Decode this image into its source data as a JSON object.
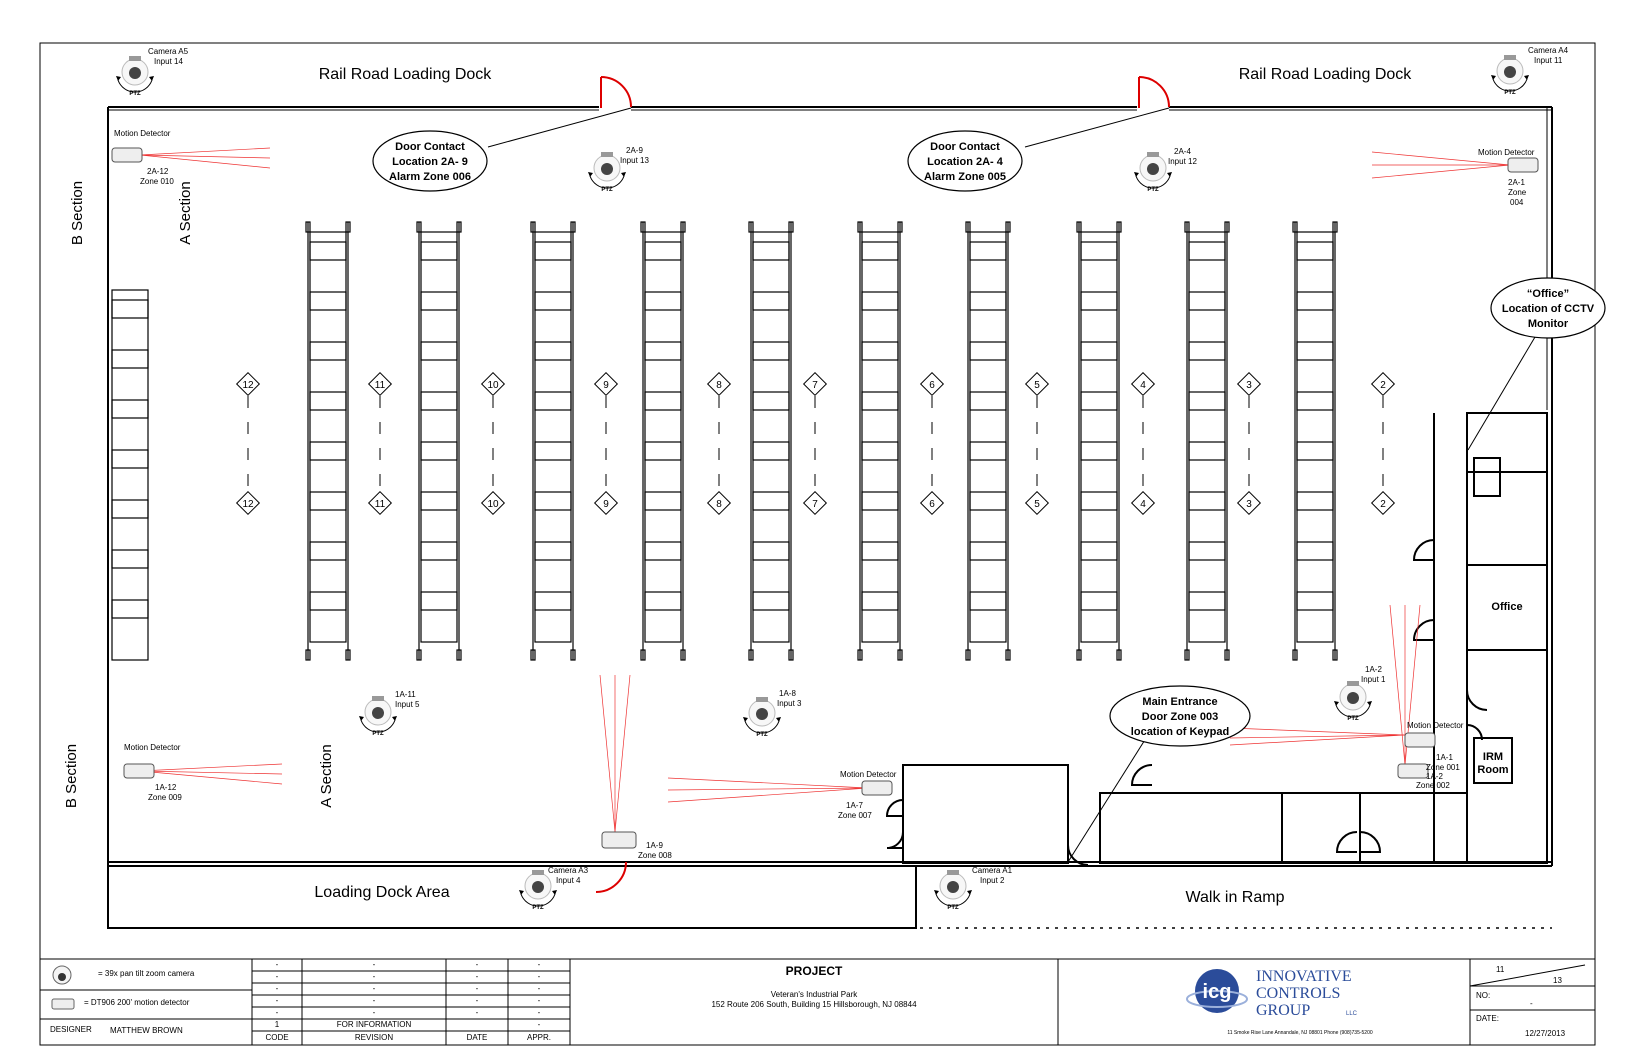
{
  "labels": {
    "rail_dock_left": "Rail Road Loading Dock",
    "rail_dock_right": "Rail Road Loading Dock",
    "b_section_top": "B Section",
    "a_section_top": "A Section",
    "b_section_bottom": "B Section",
    "a_section_bottom": "A Section",
    "loading_dock_area": "Loading Dock Area",
    "walk_in_ramp": "Walk in Ramp",
    "office": "Office",
    "irm_room_line1": "IRM",
    "irm_room_line2": "Room",
    "ptz": "PTZ"
  },
  "callouts": {
    "door_2a9": [
      "Door Contact",
      "Location 2A- 9",
      "Alarm Zone 006"
    ],
    "door_2a4": [
      "Door Contact",
      "Location 2A- 4",
      "Alarm Zone 005"
    ],
    "office_monitor": [
      "“Office”",
      "Location of CCTV",
      "Monitor"
    ],
    "main_entrance": [
      "Main Entrance",
      "Door Zone 003",
      "location of Keypad"
    ]
  },
  "cameras": {
    "a5": [
      "Camera A5",
      "Input 14"
    ],
    "a4": [
      "Camera A4",
      "Input 11"
    ],
    "2a9": [
      "2A-9",
      "Input 13"
    ],
    "2a4": [
      "2A-4",
      "Input 12"
    ],
    "1a11": [
      "1A-11",
      "Input 5"
    ],
    "1a8": [
      "1A-8",
      "Input 3"
    ],
    "1a2": [
      "1A-2",
      "Input 1"
    ],
    "a3": [
      "Camera A3",
      "Input 4"
    ],
    "a1": [
      "Camera A1",
      "Input 2"
    ]
  },
  "detectors": {
    "2a12": [
      "Motion Detector",
      "2A-12",
      "Zone 010"
    ],
    "2a1": [
      "Motion Detector",
      "2A-1",
      "Zone",
      "004"
    ],
    "1a12": [
      "Motion Detector",
      "1A-12",
      "Zone 009"
    ],
    "1a7": [
      "Motion Detector",
      "1A-7",
      "Zone 007"
    ],
    "1a9": [
      "1A-9",
      "Zone 008"
    ],
    "1a1": [
      "Motion Detector",
      "1A-1",
      "Zone 001",
      "1A-2",
      "Zone 002"
    ]
  },
  "aisles": [
    "12",
    "11",
    "10",
    "9",
    "8",
    "7",
    "6",
    "5",
    "4",
    "3",
    "2"
  ],
  "title_block": {
    "legend_camera": "=  39x pan tilt zoom camera",
    "legend_detector": "=  DT906 200' motion detector",
    "designer_label": "DESIGNER",
    "designer_name": "MATTHEW BROWN",
    "dash": "-",
    "code_value": "1",
    "revision_value": "FOR INFORMATION",
    "header_code": "CODE",
    "header_revision": "REVISION",
    "header_date": "DATE",
    "header_appr": "APPR.",
    "project_title": "PROJECT",
    "project_line1": "Veteran's Industrial Park",
    "project_line2": "152 Route 206 South, Building 15 Hillsborough, NJ 08844",
    "company_line1": "INNOVATIVE",
    "company_line2": "CONTROLS",
    "company_line3": "GROUP",
    "company_suffix": "LLC",
    "logo_text": "icg",
    "company_address": "11 Smoke Rise Lane Annandale, NJ 08801  Phone (908)735-5200",
    "sheet_num": "11",
    "sheet_total": "13",
    "no_label": "NO:",
    "no_value": "-",
    "date_label": "DATE:",
    "date_value": "12/27/2013"
  }
}
